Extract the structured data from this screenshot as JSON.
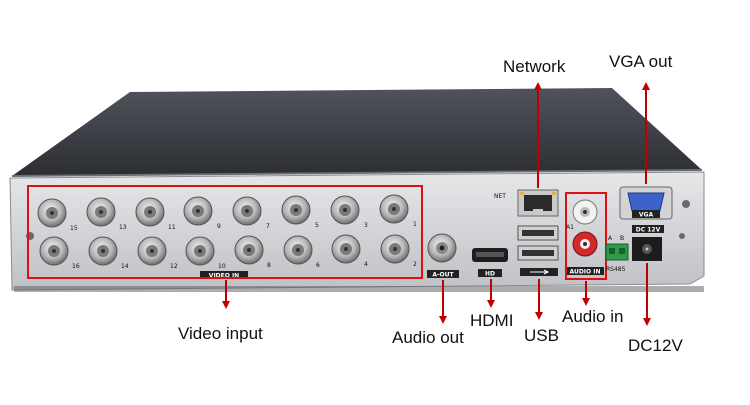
{
  "callouts": {
    "network": "Network",
    "vga_out": "VGA out",
    "video_input": "Video input",
    "audio_out": "Audio out",
    "hdmi": "HDMI",
    "usb": "USB",
    "audio_in": "Audio in",
    "dc12v": "DC12V"
  },
  "panel": {
    "video_in_label": "VIDEO IN",
    "a_out_label": "A-OUT",
    "hd_label": "HD",
    "audio_in_label": "AUDIO IN",
    "net_label": "NET",
    "vga_label": "VGA",
    "dc_label": "DC 12V",
    "rs485_label": "RS485",
    "a1_label": "A1",
    "a_label": "A",
    "b_label": "B",
    "top_channels": [
      "15",
      "13",
      "11",
      "9",
      "7",
      "5",
      "3",
      "1"
    ],
    "bottom_channels": [
      "16",
      "14",
      "12",
      "10",
      "8",
      "6",
      "4",
      "2"
    ]
  },
  "colors": {
    "highlight": "#e01010",
    "arrow": "#c00000",
    "chassis_top": "#3a3d44",
    "panel_face": "#d8d9dc"
  }
}
